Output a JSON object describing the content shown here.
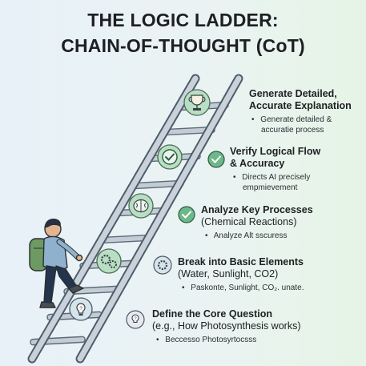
{
  "title": {
    "line1": "THE LOGIC LADDER:",
    "line2": "CHAIN-OF-THOUGHT (CoT)"
  },
  "steps": [
    {
      "heading1": "Generate Detailed,",
      "heading2": "Accurate Explanation",
      "bullet1": "Generate detailed &",
      "bullet2": "accuratie process",
      "icon": "trophy-icon"
    },
    {
      "heading1": "Verify Logical Flow",
      "heading2": "& Accuracy",
      "bullet1": "Directs AI precisely",
      "bullet2": "empmievement",
      "icon": "checkmark-icon"
    },
    {
      "heading1": "Analyze Key Processes",
      "sub": "(Chemical Reactions)",
      "bullet1": "Analyze Alt sscuress",
      "icon": "brain-icon"
    },
    {
      "heading1": "Break into Basic Elements",
      "sub": "(Water, Sunlight, CO2)",
      "bullet1": "Paskonte, Sunlight, CO₂. unate.",
      "icon": "gears-icon"
    },
    {
      "heading1": "Define the Core Question",
      "sub": "(e.g., How Photosynthesis works)",
      "bullet1": "Beccesso Photosyrtocsss",
      "icon": "lightbulb-question-icon"
    }
  ]
}
